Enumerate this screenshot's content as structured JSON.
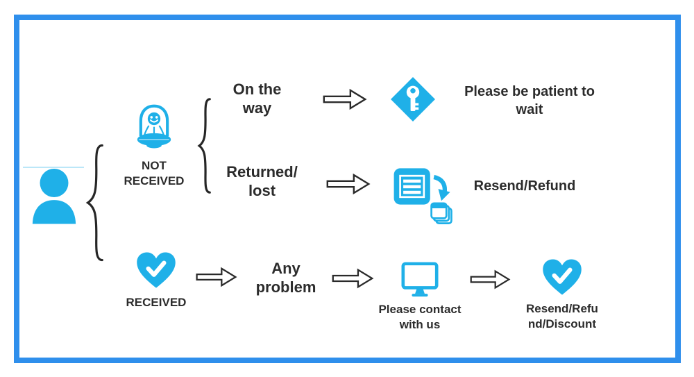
{
  "colors": {
    "frame_border": "#2F8FEC",
    "icon_accent": "#1FB0E8",
    "text": "#2C2C2C",
    "arrow_outline": "#2A2A2A"
  },
  "customer": {
    "icon": "person"
  },
  "not_received": {
    "icon": "alien-ufo",
    "label_lines": [
      "NOT",
      "RECEIVED"
    ],
    "cases": [
      {
        "condition_lines": [
          "On the",
          "way"
        ],
        "icon": "key-diamond",
        "outcome_lines": [
          "Please be patient to",
          "wait"
        ]
      },
      {
        "condition_lines": [
          "Returned/",
          "lost"
        ],
        "icon": "resend-documents",
        "outcome_lines": [
          "Resend/Refund"
        ]
      }
    ]
  },
  "received": {
    "icon": "heart-check",
    "label_lines": [
      "RECEIVED"
    ],
    "condition_lines": [
      "Any",
      "problem"
    ],
    "contact": {
      "icon": "computer-monitor",
      "label_lines": [
        "Please contact",
        "with us"
      ]
    },
    "outcome": {
      "icon": "heart-check",
      "label_lines": [
        "Resend/Refu",
        "nd/Discount"
      ]
    }
  }
}
